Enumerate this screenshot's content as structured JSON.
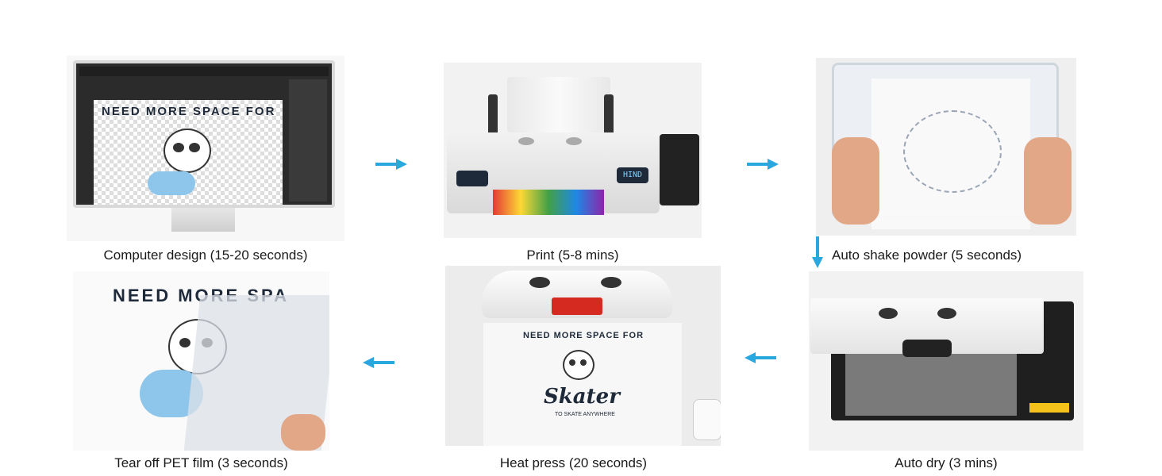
{
  "steps": [
    {
      "caption": "Computer design (15-20 seconds)",
      "design_text": "NEED MORE SPACE FOR"
    },
    {
      "caption": "Print (5-8 mins)",
      "panel_readout": "HIND"
    },
    {
      "caption": "Auto shake powder (5 seconds)"
    },
    {
      "caption": "Tear off PET film (3 seconds)",
      "design_text": "NEED MORE SPA"
    },
    {
      "caption": "Heat press (20 seconds)",
      "design_text": "NEED MORE SPACE FOR",
      "brand_script": "Skater",
      "tagline": "TO SKATE ANYWHERE"
    },
    {
      "caption": "Auto dry (3 mins)"
    }
  ],
  "arrow_color": "#29a8e0",
  "arrow_icons": [
    "arrow-right-icon",
    "arrow-right-icon",
    "arrow-down-icon",
    "arrow-left-icon",
    "arrow-left-icon"
  ]
}
